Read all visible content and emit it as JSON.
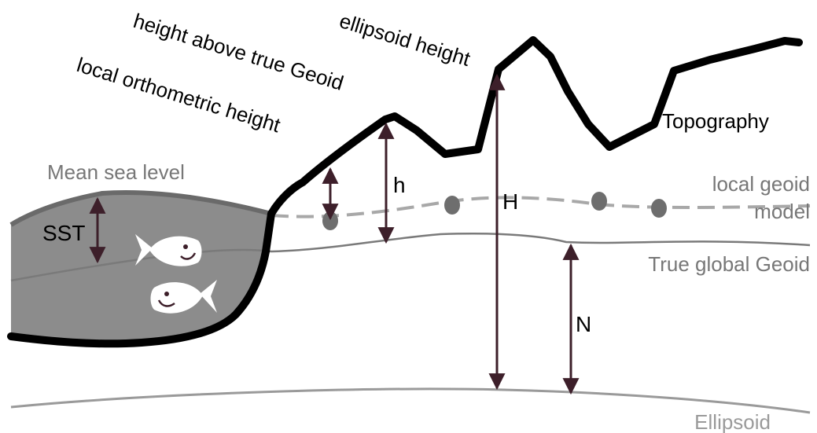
{
  "labels": {
    "ellipsoid_height": "ellipsoid height",
    "height_above_true_geoid": "height above true Geoid",
    "local_orthometric_height": "local orthometric height",
    "mean_sea_level": "Mean sea level",
    "topography": "Topography",
    "local_geoid_model_line1": "local geoid",
    "local_geoid_model_line2": "model",
    "true_global_geoid": "True global Geoid",
    "ellipsoid": "Ellipsoid",
    "sst": "SST",
    "h": "h",
    "H": "H",
    "N": "N"
  },
  "colors": {
    "topography": "#000000",
    "sea_fill": "#8c8c8c",
    "sea_surface": "#6a6a6a",
    "geoid_line": "#7a7a7a",
    "local_geoid": "#a8a8a8",
    "geoid_dots": "#6e6e6e",
    "ellipsoid_line": "#9a9a9a",
    "arrow": "#3d1f2a",
    "fish": "#ffffff"
  },
  "icons": [
    "fish-icon",
    "fish-icon"
  ]
}
